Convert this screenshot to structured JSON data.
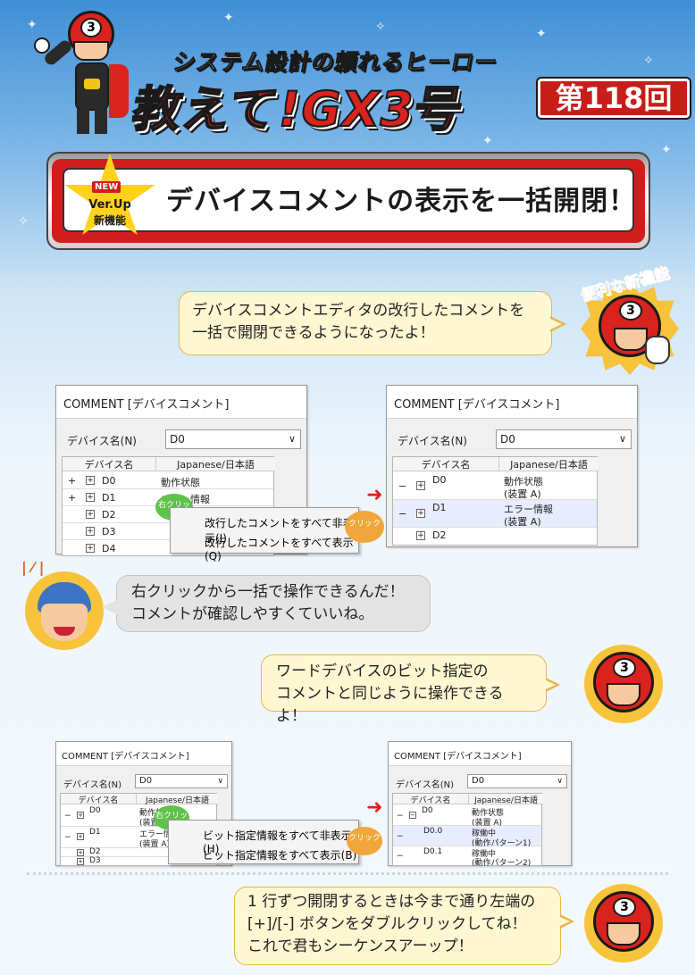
{
  "header": {
    "subtitle": "システム設計の頼れるヒーロー",
    "title": "教えて!GX3号",
    "episode": "第118回"
  },
  "banner": {
    "new_tag": "NEW",
    "badge_line1": "Ver.Up",
    "badge_line2": "新機能",
    "title": "デバイスコメントの表示を一括開閉！"
  },
  "feature_label": "便利な新機能",
  "bubble1": [
    "デバイスコメントエディタの改行したコメントを",
    "一括で開閉できるようになったよ！"
  ],
  "bubble2": [
    "右クリックから一括で操作できるんだ！",
    "コメントが確認しやすくていいね。"
  ],
  "bubble3": [
    "ワードデバイスのビット指定の",
    "コメントと同じように操作できるよ！"
  ],
  "bubble4": [
    "1 行ずつ開閉するときは今まで通り左端の",
    "[+]/[-] ボタンをダブルクリックしてね！",
    "これで君もシーケンスアーップ！"
  ],
  "hero_number": "3",
  "window": {
    "title": "COMMENT [デバイスコメント]",
    "device_label": "デバイス名(N)",
    "device_value": "D0",
    "col_device": "デバイス名",
    "col_lang": "Japanese/日本語"
  },
  "win1": {
    "rows": [
      {
        "sign": "+",
        "device": "D0",
        "comment": "動作状態"
      },
      {
        "sign": "+",
        "device": "D1",
        "comment": "エラー情報"
      },
      {
        "sign": "",
        "device": "D2",
        "comment": ""
      },
      {
        "sign": "",
        "device": "D3",
        "comment": ""
      },
      {
        "sign": "",
        "device": "D4",
        "comment": ""
      }
    ],
    "menu": [
      "改行したコメントをすべて非表示(J)",
      "改行したコメントをすべて表示(Q)"
    ],
    "right_click": "右クリック",
    "click": "クリック"
  },
  "win2": {
    "rows": [
      {
        "sign": "−",
        "device": "D0",
        "comment1": "動作状態",
        "comment2": "(装置 A)"
      },
      {
        "sign": "−",
        "device": "D1",
        "comment1": "エラー情報",
        "comment2": "(装置 A)"
      },
      {
        "sign": "",
        "device": "D2",
        "comment1": "",
        "comment2": ""
      }
    ]
  },
  "win3": {
    "rows": [
      {
        "sign": "−",
        "device": "D0",
        "comment1": "動作状態",
        "comment2": "(装置 A)"
      },
      {
        "sign": "−",
        "device": "D1",
        "comment1": "エラー情報",
        "comment2": "(装置 A)"
      },
      {
        "sign": "",
        "device": "D2",
        "comment1": "",
        "comment2": ""
      },
      {
        "sign": "",
        "device": "D3",
        "comment1": "",
        "comment2": ""
      }
    ],
    "menu": [
      "ビット指定情報をすべて非表示(H)",
      "ビット指定情報をすべて表示(B)"
    ],
    "right_click": "右クリック",
    "click": "クリック"
  },
  "win4": {
    "rows": [
      {
        "sign": "−",
        "device": "D0",
        "comment1": "動作状態",
        "comment2": "(装置 A)"
      },
      {
        "sign": "−",
        "device": "D0.0",
        "comment1": "稼働中",
        "comment2": "(動作パターン1)"
      },
      {
        "sign": "−",
        "device": "D0.1",
        "comment1": "稼働中",
        "comment2": "(動作パターン2)"
      }
    ]
  }
}
